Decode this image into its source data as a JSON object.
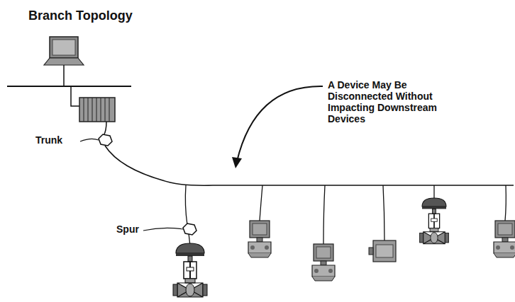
{
  "diagram": {
    "title": "Branch Topology",
    "labels": [
      "Trunk",
      "Spur",
      "A Device May Be Disconnected Without Impacting Downstream Devices"
    ]
  }
}
